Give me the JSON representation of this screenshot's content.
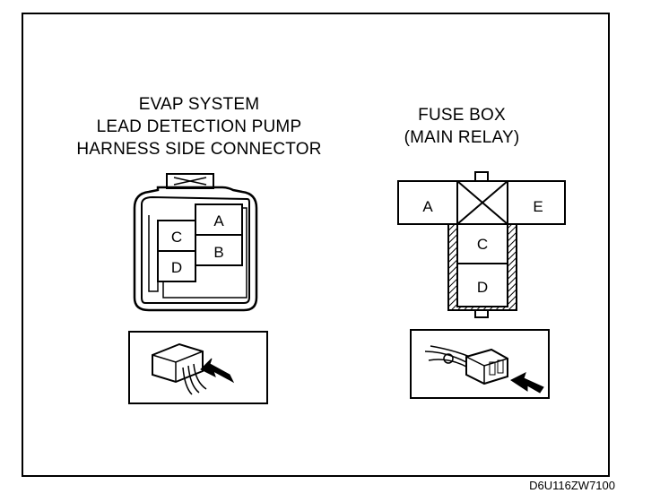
{
  "left_title": {
    "line1": "EVAP SYSTEM",
    "line2": "LEAD DETECTION PUMP",
    "line3": "HARNESS SIDE CONNECTOR"
  },
  "right_title": {
    "line1": "FUSE BOX",
    "line2": "(MAIN RELAY)"
  },
  "left_connector": {
    "pins": [
      "A",
      "B",
      "C",
      "D"
    ]
  },
  "right_connector": {
    "pins": [
      "A",
      "C",
      "D",
      "E"
    ]
  },
  "figure_code": "D6U116ZW7100"
}
